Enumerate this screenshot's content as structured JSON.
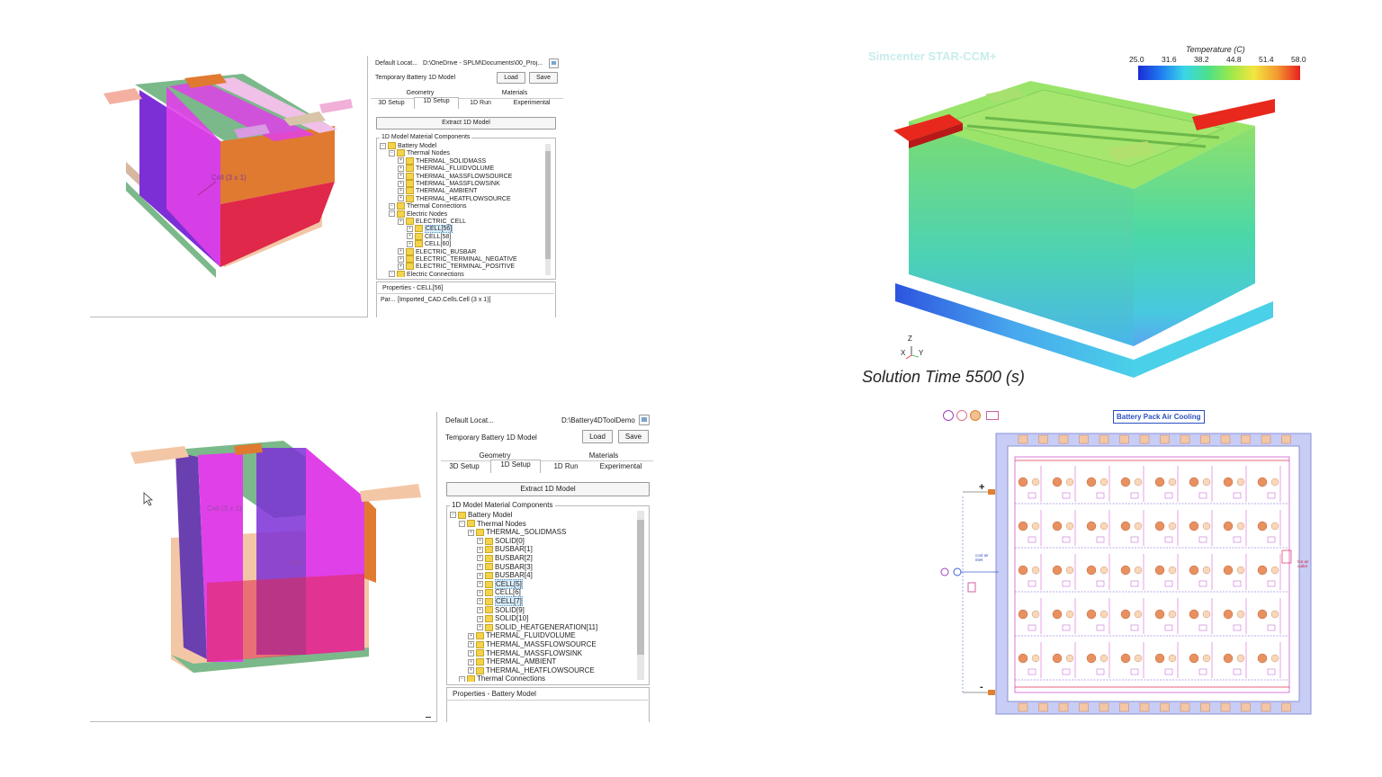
{
  "top_panel": {
    "default_location_label": "Default Locat...",
    "default_location_value": "D:\\OneDrive - SPLM\\Documents\\00_Proj...",
    "model_label": "Temporary Battery 1D Model",
    "load_label": "Load",
    "save_label": "Save",
    "tabs_row1": [
      "Geometry",
      "Materials"
    ],
    "tabs_row2": [
      "3D Setup",
      "1D Setup",
      "1D Run",
      "Experimental"
    ],
    "extract_label": "Extract 1D Model",
    "group_label": "1D Model Material Components",
    "tree": [
      {
        "label": "Battery Model",
        "level": 0
      },
      {
        "label": "Thermal Nodes",
        "level": 1
      },
      {
        "label": "THERMAL_SOLIDMASS",
        "level": 2
      },
      {
        "label": "THERMAL_FLUIDVOLUME",
        "level": 2
      },
      {
        "label": "THERMAL_MASSFLOWSOURCE",
        "level": 2
      },
      {
        "label": "THERMAL_MASSFLOWSINK",
        "level": 2
      },
      {
        "label": "THERMAL_AMBIENT",
        "level": 2
      },
      {
        "label": "THERMAL_HEATFLOWSOURCE",
        "level": 2
      },
      {
        "label": "Thermal Connections",
        "level": 1
      },
      {
        "label": "Electric Nodes",
        "level": 1
      },
      {
        "label": "ELECTRIC_CELL",
        "level": 2
      },
      {
        "label": "CELL[56]",
        "level": 3,
        "selected": true
      },
      {
        "label": "CELL[58]",
        "level": 3
      },
      {
        "label": "CELL[60]",
        "level": 3
      },
      {
        "label": "ELECTRIC_BUSBAR",
        "level": 2
      },
      {
        "label": "ELECTRIC_TERMINAL_NEGATIVE",
        "level": 2
      },
      {
        "label": "ELECTRIC_TERMINAL_POSITIVE",
        "level": 2
      },
      {
        "label": "Electric Connections",
        "level": 1
      }
    ],
    "properties_label": "Properties - CELL[56]",
    "prop_key": "Par...",
    "prop_value": "[Imported_CAD.Cells.Cell (3 x 1)]",
    "cell_label": "Cell (3 x 1)"
  },
  "bottom_panel": {
    "default_location_label": "Default Locat...",
    "default_location_value": "D:\\Battery4DToolDemo",
    "model_label": "Temporary Battery 1D Model",
    "load_label": "Load",
    "save_label": "Save",
    "tabs_row1": [
      "Geometry",
      "Materials"
    ],
    "tabs_row2": [
      "3D Setup",
      "1D Setup",
      "1D Run",
      "Experimental"
    ],
    "extract_label": "Extract 1D Model",
    "group_label": "1D Model Material Components",
    "tree": [
      {
        "label": "Battery Model",
        "level": 0
      },
      {
        "label": "Thermal Nodes",
        "level": 1
      },
      {
        "label": "THERMAL_SOLIDMASS",
        "level": 2
      },
      {
        "label": "SOLID[0]",
        "level": 3
      },
      {
        "label": "BUSBAR[1]",
        "level": 3
      },
      {
        "label": "BUSBAR[2]",
        "level": 3
      },
      {
        "label": "BUSBAR[3]",
        "level": 3
      },
      {
        "label": "BUSBAR[4]",
        "level": 3
      },
      {
        "label": "CELL[5]",
        "level": 3,
        "selected": true
      },
      {
        "label": "CELL[6]",
        "level": 3
      },
      {
        "label": "CELL[7]",
        "level": 3,
        "selected": true
      },
      {
        "label": "SOLID[9]",
        "level": 3
      },
      {
        "label": "SOLID[10]",
        "level": 3
      },
      {
        "label": "SOLID_HEATGENERATION[11]",
        "level": 3
      },
      {
        "label": "THERMAL_FLUIDVOLUME",
        "level": 2
      },
      {
        "label": "THERMAL_MASSFLOWSOURCE",
        "level": 2
      },
      {
        "label": "THERMAL_MASSFLOWSINK",
        "level": 2
      },
      {
        "label": "THERMAL_AMBIENT",
        "level": 2
      },
      {
        "label": "THERMAL_HEATFLOWSOURCE",
        "level": 2
      },
      {
        "label": "Thermal Connections",
        "level": 1
      }
    ],
    "properties_label": "Properties - Battery Model",
    "cell_label_a": "Cell (3 x 1)",
    "cell_label_b": "Cell"
  },
  "simulation": {
    "brand": "Simcenter STAR-CCM+",
    "legend_title": "Temperature (C)",
    "legend_ticks": [
      "25.0",
      "31.6",
      "38.2",
      "44.8",
      "51.4",
      "58.0"
    ],
    "solution_time": "Solution Time 5500 (s)",
    "axis_z": "Z",
    "axis_x": "X",
    "axis_y": "Y"
  },
  "schematic": {
    "title": "Battery Pack Air Cooling",
    "plus": "+",
    "minus": "-",
    "cool_air": "cool air inlet",
    "hot_air": "hot air outlet"
  },
  "colors": {
    "magenta": "#e040e8",
    "purple": "#7d2fd6",
    "orange": "#e07a30",
    "red": "#e0284a",
    "green": "#7bb98a",
    "peach": "#f3c7a6"
  }
}
